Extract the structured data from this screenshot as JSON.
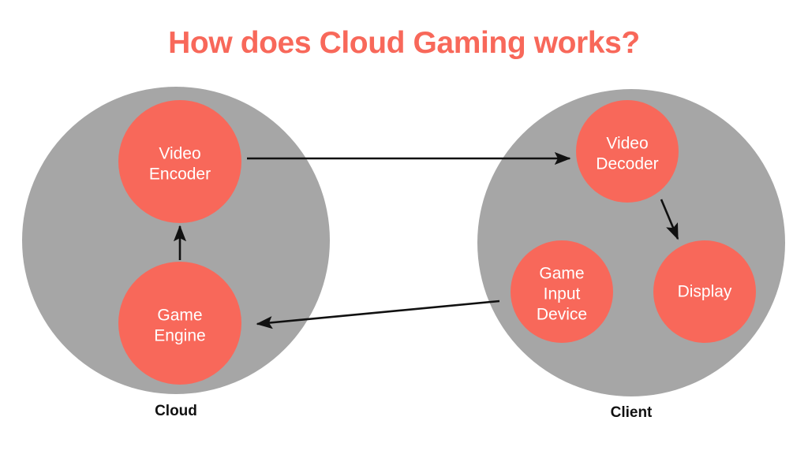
{
  "title": "How does Cloud Gaming works?",
  "colors": {
    "background": "#ffffff",
    "title": "#f8685a",
    "group": "#a6a6a6",
    "node": "#f8685a",
    "node_text": "#ffffff",
    "group_text": "#111111",
    "arrow": "#111111"
  },
  "groups": [
    {
      "id": "cloud",
      "label": "Cloud",
      "nodes": [
        {
          "id": "video-encoder",
          "lines": [
            "Video",
            "Encoder"
          ]
        },
        {
          "id": "game-engine",
          "lines": [
            "Game",
            "Engine"
          ]
        }
      ]
    },
    {
      "id": "client",
      "label": "Client",
      "nodes": [
        {
          "id": "video-decoder",
          "lines": [
            "Video",
            "Decoder"
          ]
        },
        {
          "id": "game-input-device",
          "lines": [
            "Game",
            "Input",
            "Device"
          ]
        },
        {
          "id": "display",
          "lines": [
            "Display"
          ]
        }
      ]
    }
  ],
  "node_text": {
    "video_encoder_line1": "Video",
    "video_encoder_line2": "Encoder",
    "game_engine_line1": "Game",
    "game_engine_line2": "Engine",
    "video_decoder_line1": "Video",
    "video_decoder_line2": "Decoder",
    "game_input_line1": "Game",
    "game_input_line2": "Input",
    "game_input_line3": "Device",
    "display_line1": "Display"
  },
  "group_labels": {
    "cloud": "Cloud",
    "client": "Client"
  },
  "arrows": [
    {
      "id": "encoder-to-decoder",
      "from": "video-encoder",
      "to": "video-decoder"
    },
    {
      "id": "engine-to-encoder",
      "from": "game-engine",
      "to": "video-encoder"
    },
    {
      "id": "decoder-to-display",
      "from": "video-decoder",
      "to": "display"
    },
    {
      "id": "input-to-engine",
      "from": "game-input-device",
      "to": "game-engine"
    }
  ]
}
